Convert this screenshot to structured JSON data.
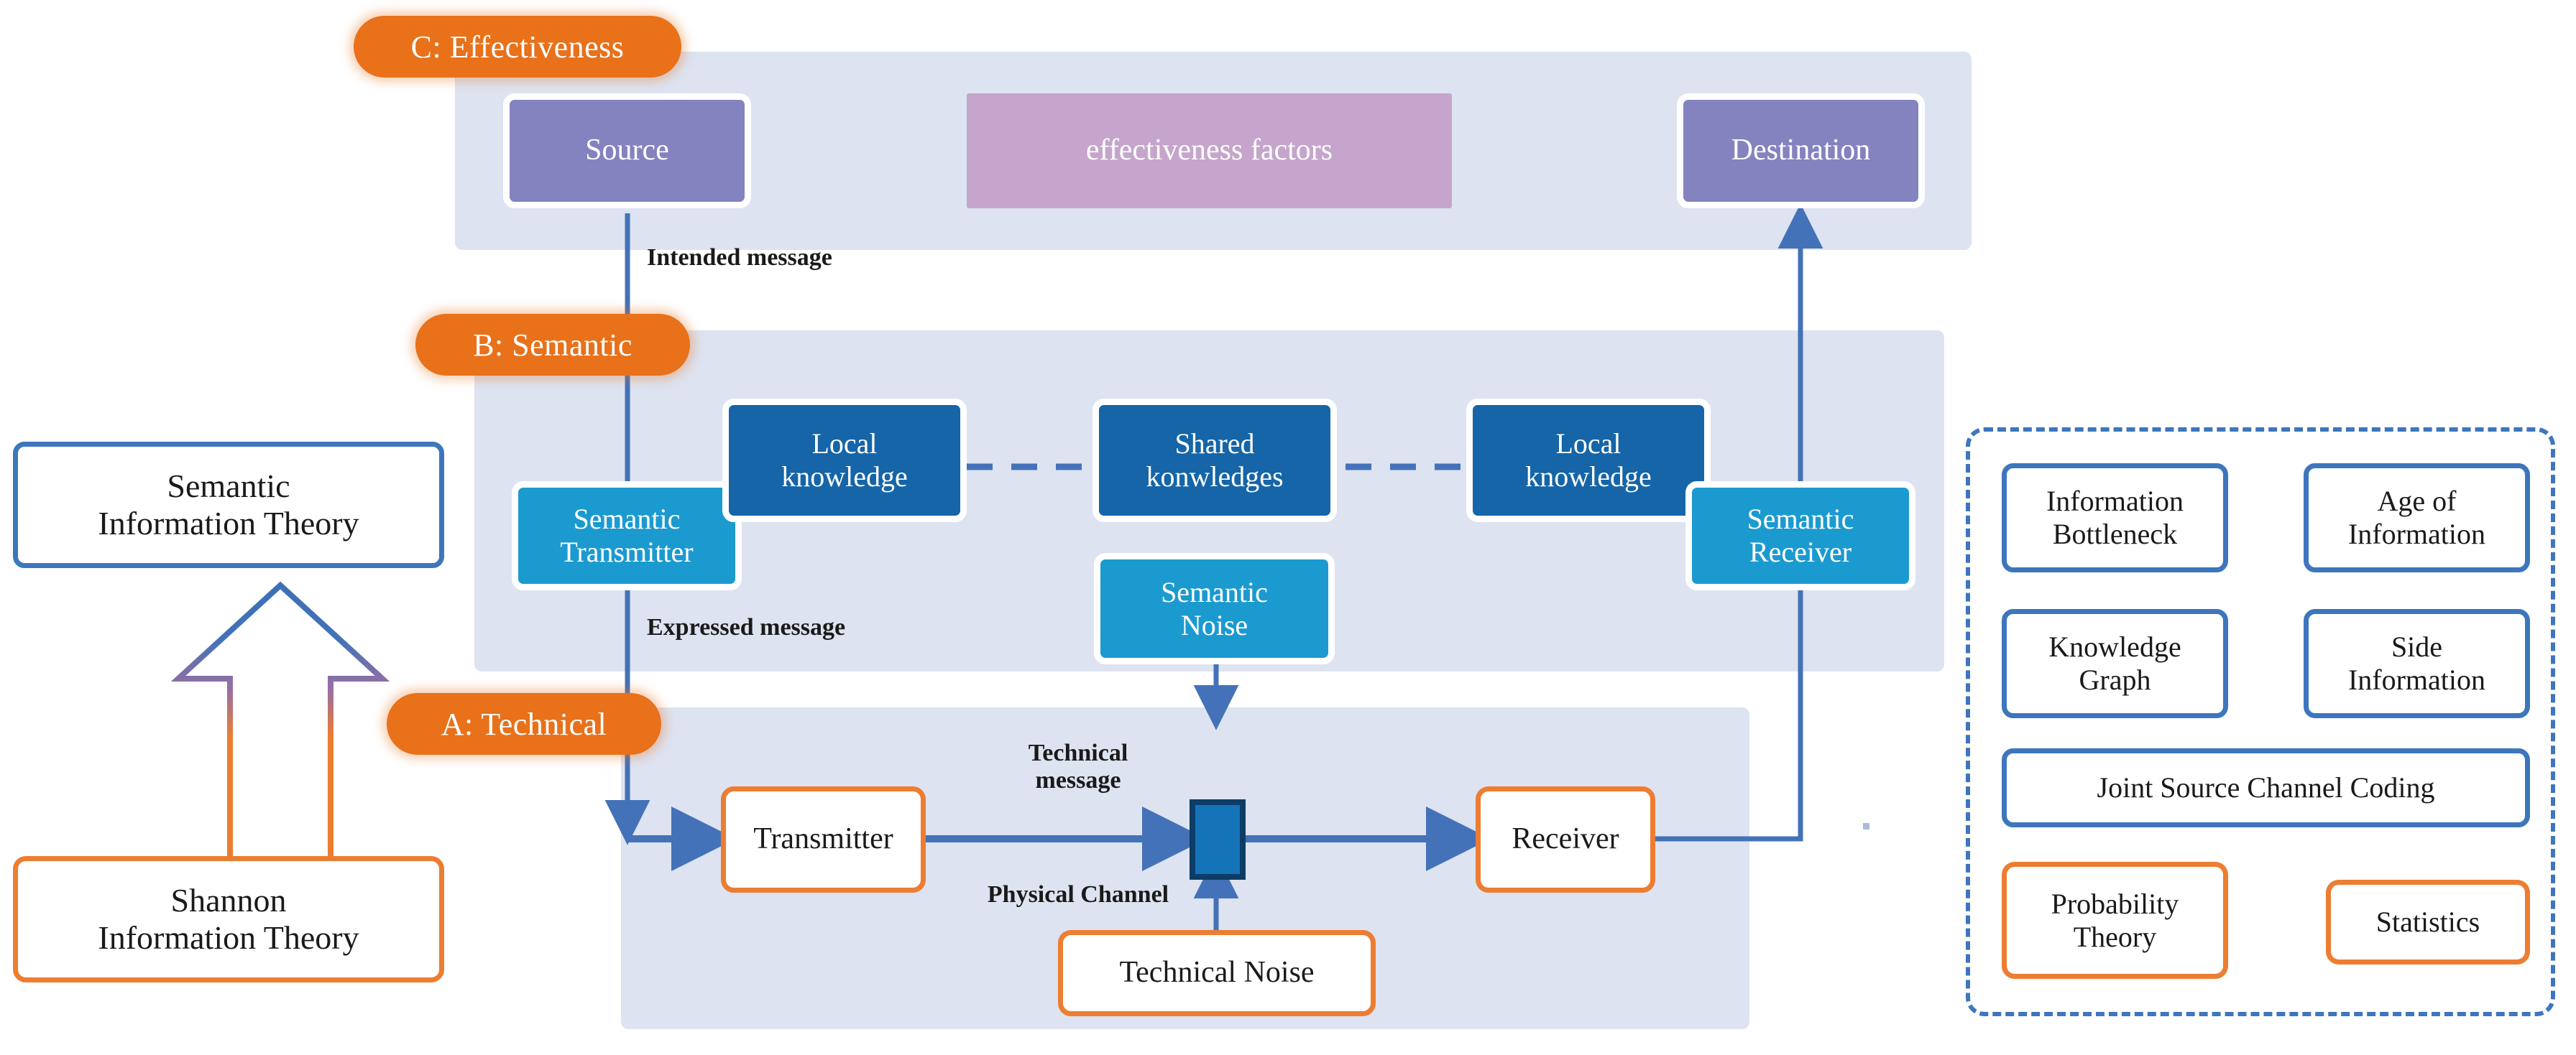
{
  "figure": {
    "title": "Semantic communication layered model",
    "colors": {
      "band": "#dde3f0",
      "pill": "#e8711a",
      "purple": "#8383c0",
      "pink": "#c5a5cb",
      "dark_blue": "#1565a8",
      "cyan": "#1b9ad0",
      "orange_outline": "#ed7d31",
      "blue_outline": "#3d76bd",
      "arrow": "#4472b8",
      "channel_fill": "#1574b8",
      "channel_border": "#0d3c66"
    }
  },
  "layers": [
    {
      "id": "C",
      "label": "C: Effectiveness"
    },
    {
      "id": "B",
      "label": "B: Semantic"
    },
    {
      "id": "A",
      "label": "A: Technical"
    }
  ],
  "effectiveness_layer": {
    "source": "Source",
    "factors": "effectiveness factors",
    "destination": "Destination"
  },
  "semantic_layer": {
    "semantic_transmitter": "Semantic\nTransmitter",
    "local_knowledge_left": "Local\nknowledge",
    "shared_knowledges": "Shared\nkonwledges",
    "local_knowledge_right": "Local\nknowledge",
    "semantic_receiver": "Semantic\nReceiver",
    "semantic_noise": "Semantic\nNoise"
  },
  "technical_layer": {
    "transmitter": "Transmitter",
    "receiver": "Receiver",
    "technical_noise": "Technical Noise",
    "channel_label": "physical-channel-block"
  },
  "annotations": {
    "intended_message": "Intended message",
    "expressed_message": "Expressed message",
    "technical_message": "Technical\nmessage",
    "physical_channel": "Physical Channel"
  },
  "left_column": {
    "semantic_information_theory": "Semantic\nInformation Theory",
    "shannon_information_theory": "Shannon\nInformation Theory",
    "arrow": "upward-gradient-arrow"
  },
  "toolbox_panel": {
    "items": [
      {
        "label": "Information\nBottleneck",
        "outline": "blue"
      },
      {
        "label": "Age of\nInformation",
        "outline": "blue"
      },
      {
        "label": "Knowledge\nGraph",
        "outline": "blue"
      },
      {
        "label": "Side\nInformation",
        "outline": "blue"
      },
      {
        "label": "Joint Source Channel Coding",
        "outline": "blue"
      },
      {
        "label": "Probability\nTheory",
        "outline": "orange"
      },
      {
        "label": "Statistics",
        "outline": "orange"
      }
    ]
  }
}
